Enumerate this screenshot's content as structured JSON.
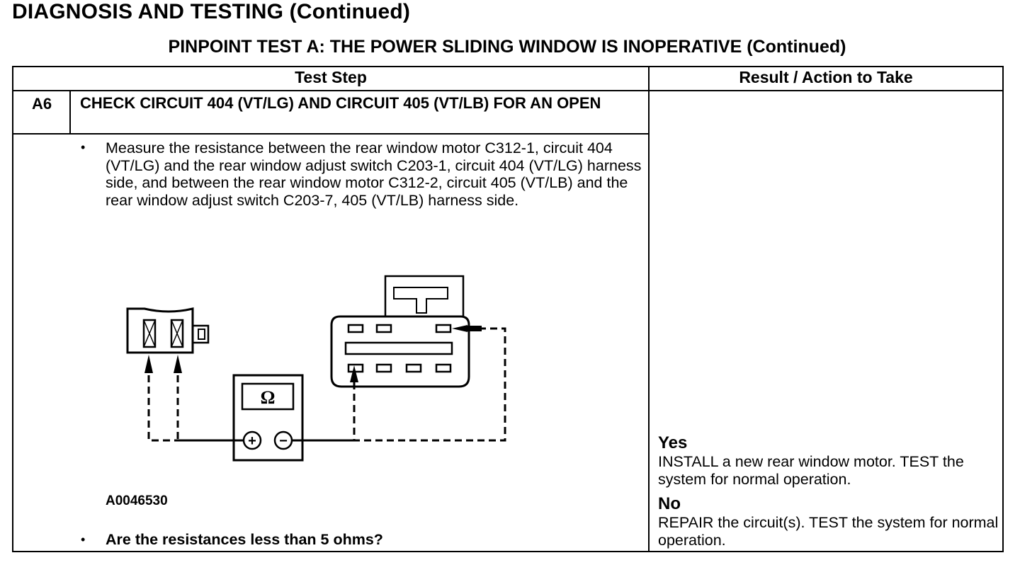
{
  "header": {
    "section_title": "DIAGNOSIS AND TESTING (Continued)",
    "test_title": "PINPOINT TEST A: THE POWER SLIDING WINDOW IS INOPERATIVE (Continued)"
  },
  "table": {
    "col_test_step": "Test Step",
    "col_result": "Result / Action to Take"
  },
  "step": {
    "id": "A6",
    "title": "CHECK CIRCUIT 404 (VT/LG) AND CIRCUIT 405 (VT/LB) FOR AN OPEN",
    "bullet": "•",
    "instruction": "Measure the resistance between the rear window motor C312-1, circuit 404 (VT/LG) and the rear window adjust switch C203-1, circuit 404 (VT/LG) harness side, and between the rear window motor C312-2, circuit 405 (VT/LB) and the rear window  adjust switch C203-7, 405 (VT/LB) harness side.",
    "figure_id": "A0046530",
    "meter_symbol": "Ω",
    "meter_plus": "+",
    "meter_minus": "−",
    "question": "Are the resistances less than 5 ohms?"
  },
  "results": {
    "yes_label": "Yes",
    "yes_action": "INSTALL a new rear window motor. TEST the system for normal operation.",
    "no_label": "No",
    "no_action": "REPAIR the circuit(s). TEST the system for normal operation."
  }
}
